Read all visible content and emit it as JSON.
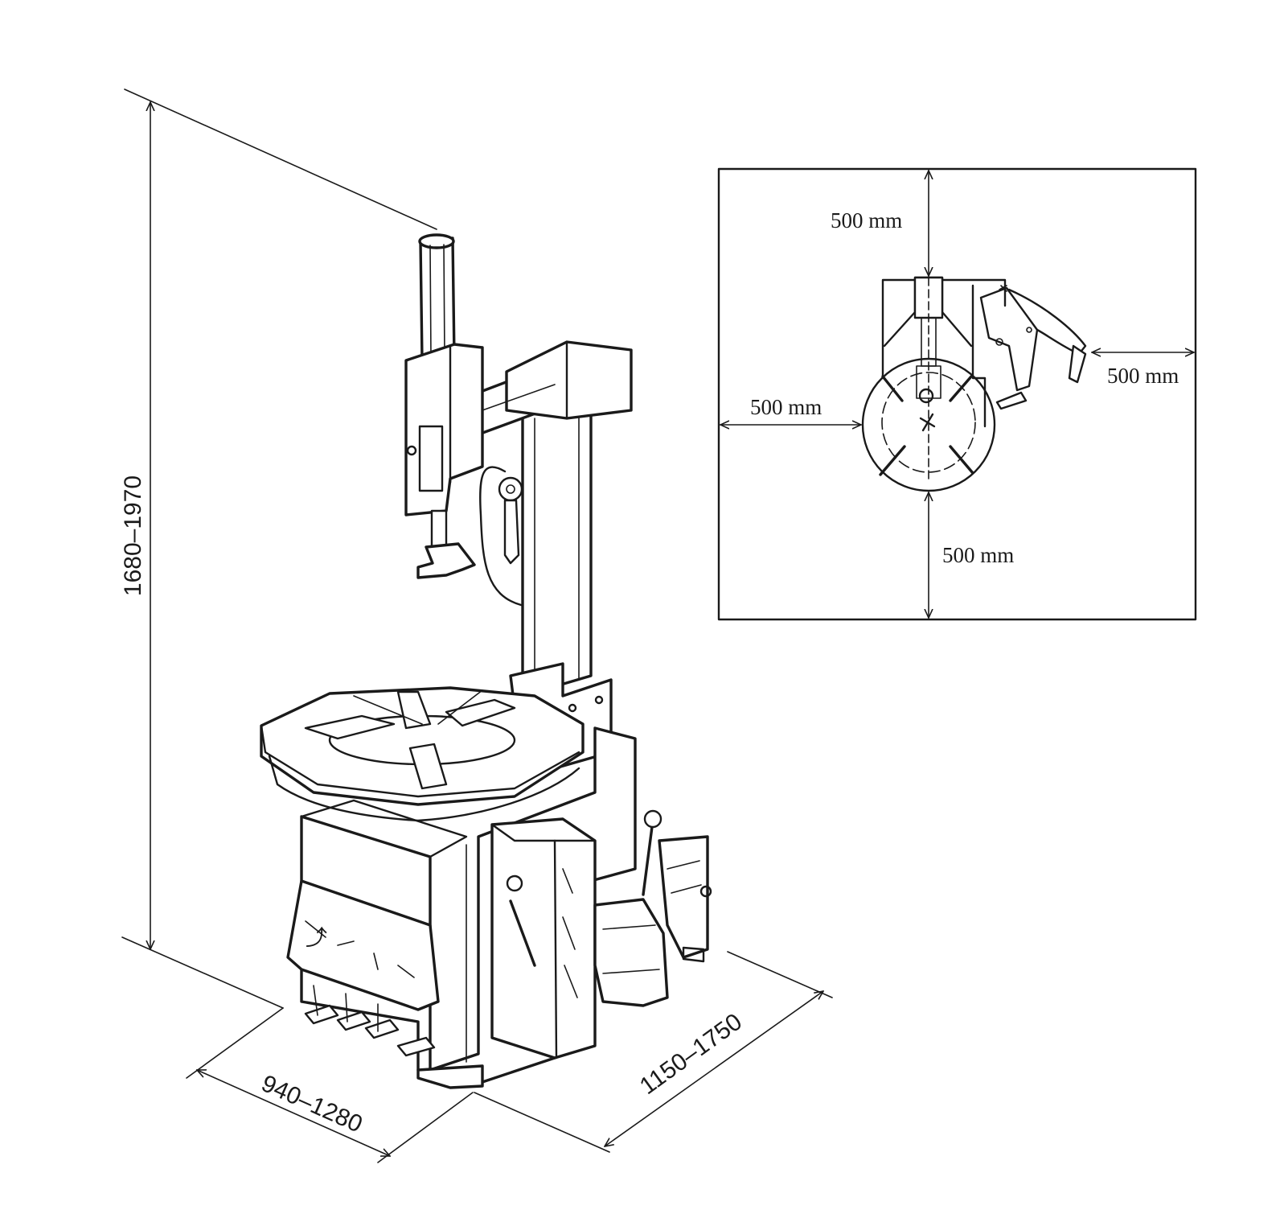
{
  "dimensions": {
    "height": "1680–1970",
    "width": "940–1280",
    "depth": "1150–1750"
  },
  "clearance": {
    "top": "500 mm",
    "right": "500 mm",
    "left": "500 mm",
    "bottom": "500 mm"
  }
}
